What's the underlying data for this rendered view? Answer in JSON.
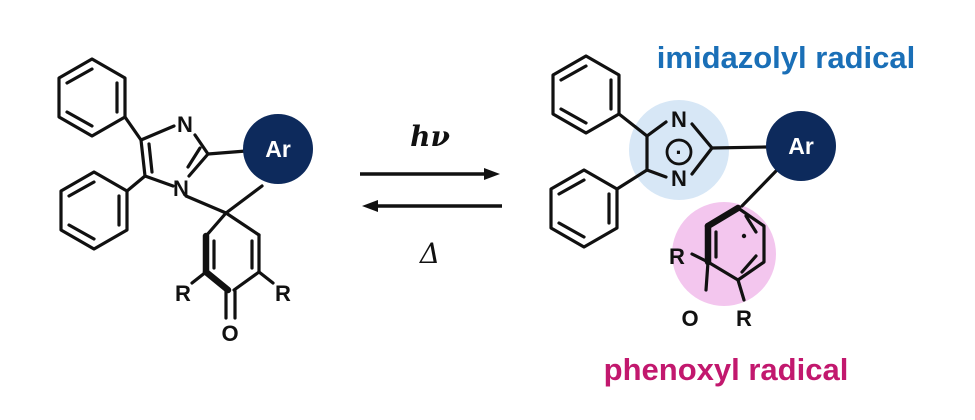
{
  "colors": {
    "ar_circle": "#0d2a5c",
    "imidazolyl_label": "#1a6fb7",
    "imidazolyl_glow": "#d7e7f6",
    "phenoxyl_label": "#c2186e",
    "phenoxyl_glow": "#f3c6ee",
    "ink": "#111111"
  },
  "reactant": {
    "atom_n_top": "N",
    "atom_n_bottom": "N",
    "ar_label": "Ar",
    "substituent_left": "R",
    "substituent_right": "R",
    "carbonyl_o": "O"
  },
  "conditions": {
    "forward": "hν",
    "reverse": "Δ"
  },
  "product": {
    "atom_n_top": "N",
    "atom_n_bottom": "N",
    "radical_dot": "·",
    "ar_label": "Ar",
    "substituent_left": "R",
    "substituent_right": "R",
    "carbonyl_o": "O"
  },
  "labels": {
    "imidazolyl": "imidazolyl radical",
    "phenoxyl": "phenoxyl radical"
  }
}
